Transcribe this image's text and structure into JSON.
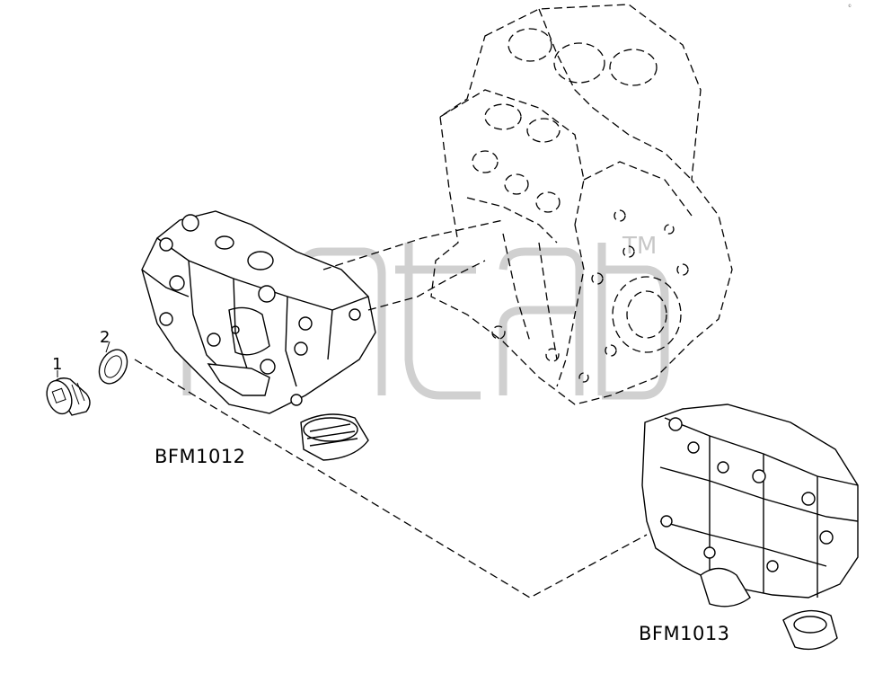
{
  "diagram": {
    "callouts": [
      {
        "id": "1",
        "label": "1"
      },
      {
        "id": "2",
        "label": "2"
      }
    ],
    "assemblies": [
      {
        "label": "BFM1012"
      },
      {
        "label": "BFM1013"
      }
    ],
    "watermark_mark": "TM",
    "corner_note": "©"
  }
}
